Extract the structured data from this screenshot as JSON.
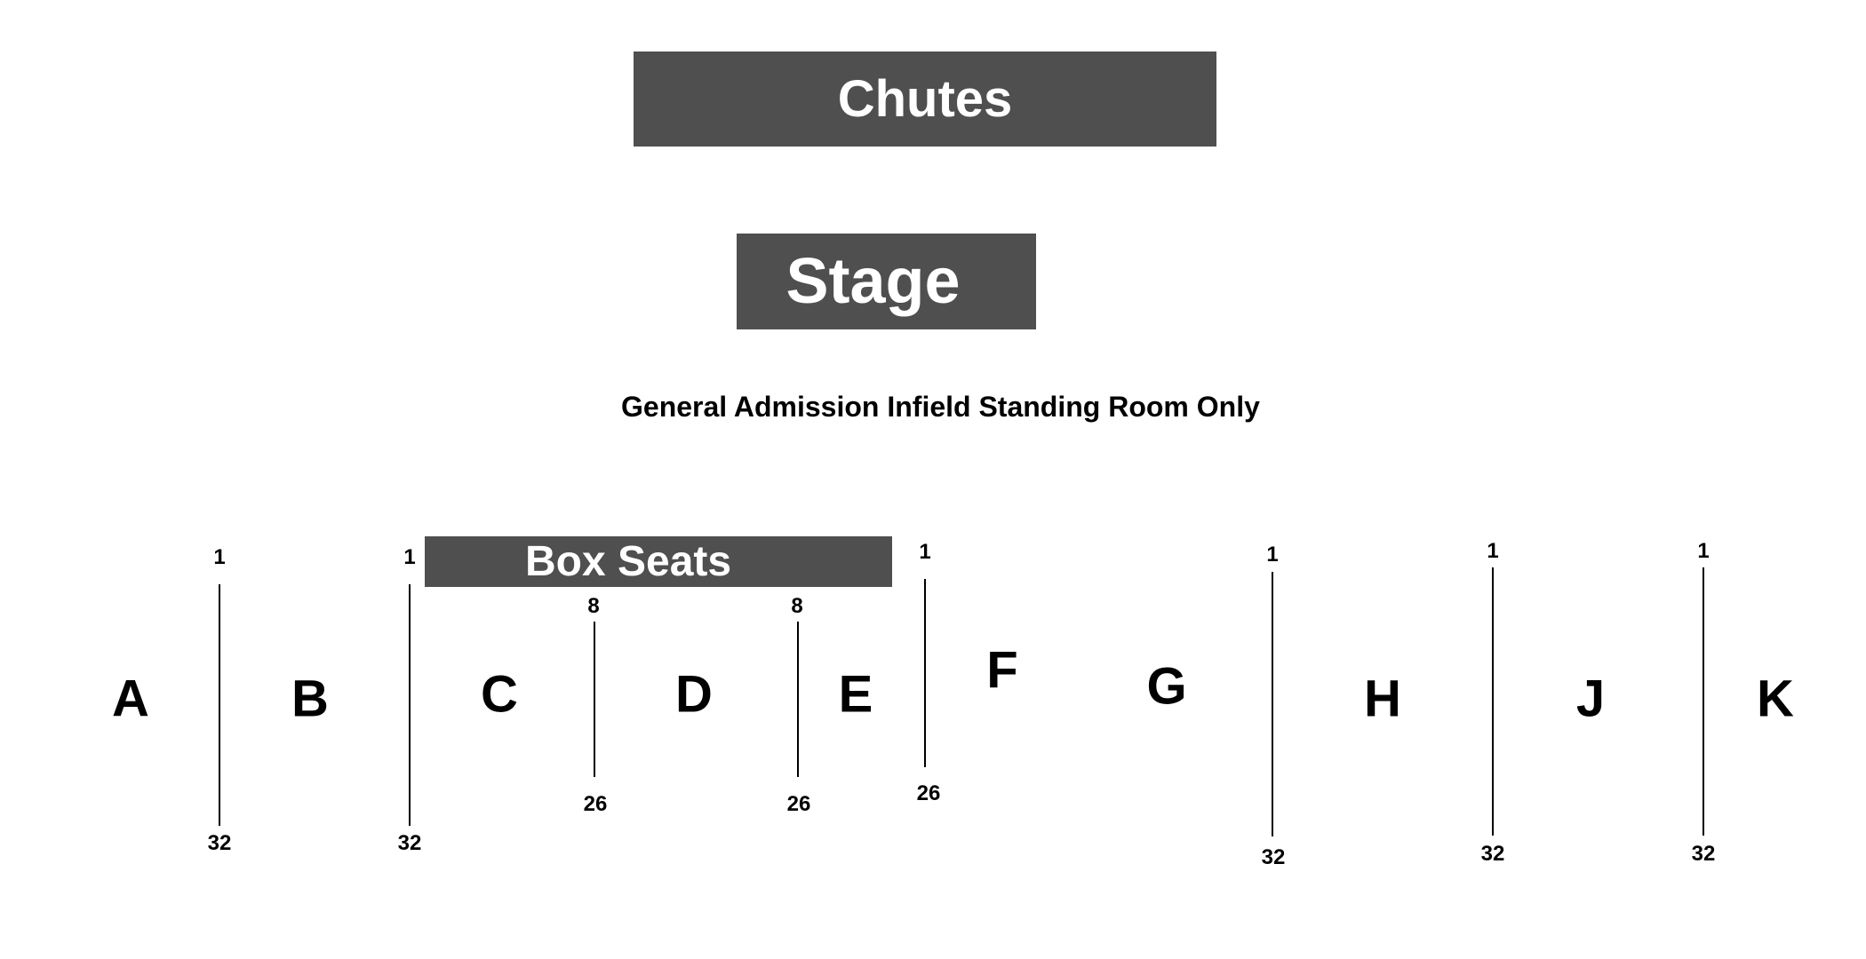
{
  "venue": {
    "chutes_label": "Chutes",
    "stage_label": "Stage",
    "general_admission_label": "General Admission Infield Standing Room Only",
    "box_seats_label": "Box Seats"
  },
  "sections": [
    {
      "label": "A"
    },
    {
      "label": "B"
    },
    {
      "label": "C"
    },
    {
      "label": "D"
    },
    {
      "label": "E"
    },
    {
      "label": "F"
    },
    {
      "label": "G"
    },
    {
      "label": "H"
    },
    {
      "label": "J"
    },
    {
      "label": "K"
    }
  ],
  "dividers": [
    {
      "between": "A-B",
      "first_row": "1",
      "last_row": "32"
    },
    {
      "between": "B-C",
      "first_row": "1",
      "last_row": "32"
    },
    {
      "between": "C-D",
      "first_row": "8",
      "last_row": "26"
    },
    {
      "between": "D-E",
      "first_row": "8",
      "last_row": "26"
    },
    {
      "between": "E-F",
      "first_row": "1",
      "last_row": "26"
    },
    {
      "between": "G-H",
      "first_row": "1",
      "last_row": "32"
    },
    {
      "between": "H-J",
      "first_row": "1",
      "last_row": "32"
    },
    {
      "between": "J-K",
      "first_row": "1",
      "last_row": "32"
    }
  ]
}
